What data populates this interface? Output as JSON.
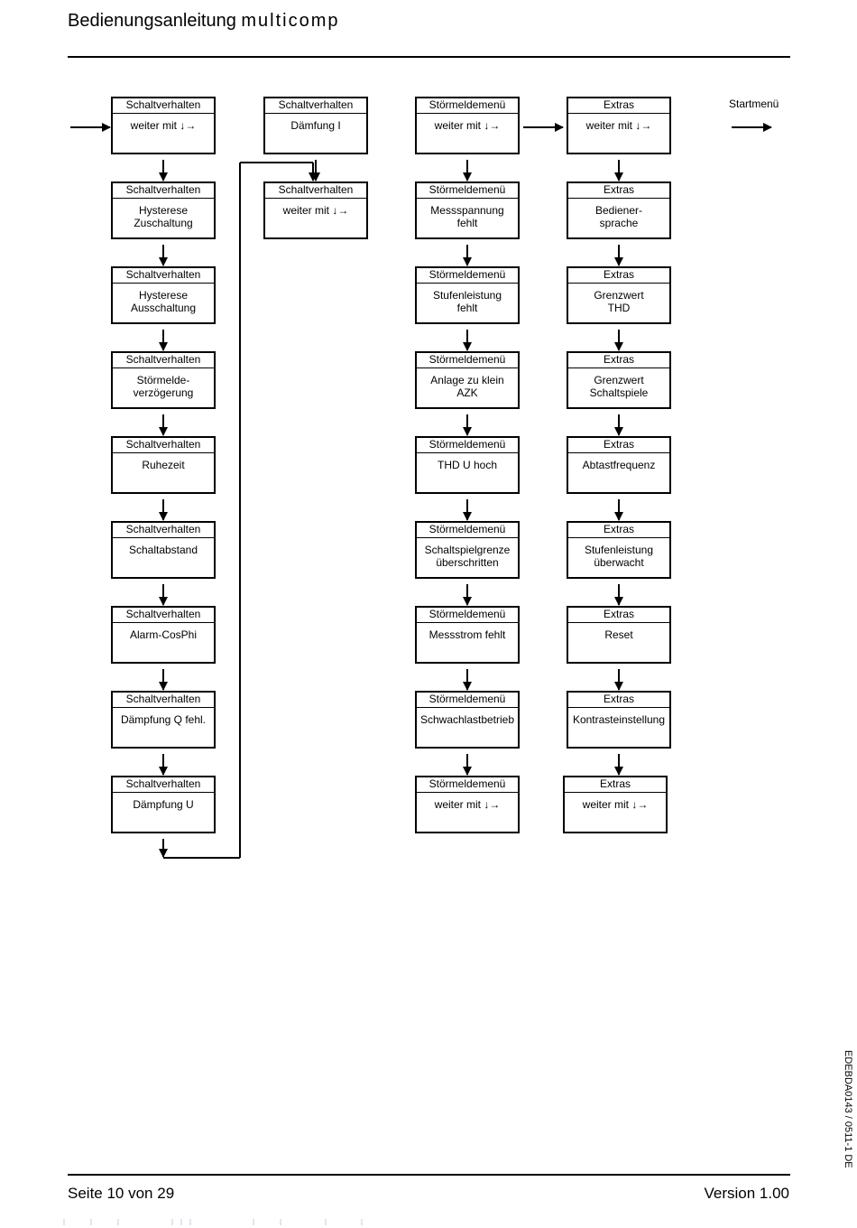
{
  "header": {
    "title": "Bedienungsanleitung",
    "brand": "multicomp"
  },
  "footer": {
    "page": "Seite 10 von 29",
    "version": "Version 1.00",
    "doc_code": "EDEBDA0143 / 0511-1 DE"
  },
  "startmenu_label": "Startmenü",
  "columns": [
    {
      "header": "Schaltverhalten",
      "items": [
        "weiter mit ↓→",
        "Hysterese\nZuschaltung",
        "Hysterese\nAusschaltung",
        "Störmelde-\nverzögerung",
        "Ruhezeit",
        "Schaltabstand",
        "Alarm-CosPhi",
        "Dämpfung Q fehl.",
        "Dämpfung U"
      ]
    },
    {
      "header": "Schaltverhalten",
      "items": [
        "Dämfung I",
        "weiter mit ↓→"
      ]
    },
    {
      "header": "Störmeldemenü",
      "items": [
        "weiter mit ↓→",
        "Messspannung\nfehlt",
        "Stufenleistung\nfehlt",
        "Anlage zu klein\nAZK",
        "THD U hoch",
        "Schaltspielgrenze\nüberschritten",
        "Messstrom fehlt",
        "Schwachlastbetrieb",
        "weiter mit ↓→"
      ]
    },
    {
      "header": "Extras",
      "items": [
        "weiter mit ↓→",
        "Bediener-\nsprache",
        "Grenzwert\nTHD",
        "Grenzwert\nSchaltspiele",
        "Abtastfrequenz",
        "Stufenleistung\nüberwacht",
        "Reset",
        "Kontrasteinstellung",
        "weiter mit ↓→"
      ]
    }
  ]
}
